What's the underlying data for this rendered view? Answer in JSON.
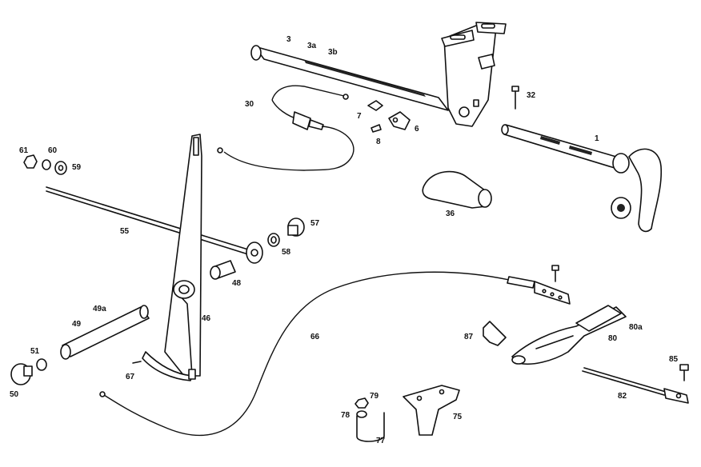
{
  "diagram": {
    "labels": {
      "l1": "1",
      "l3": "3",
      "l3a": "3a",
      "l3b": "3b",
      "l6": "6",
      "l7": "7",
      "l8": "8",
      "l30": "30",
      "l32": "32",
      "l36": "36",
      "l46": "46",
      "l48": "48",
      "l49": "49",
      "l49a": "49a",
      "l50": "50",
      "l51": "51",
      "l55": "55",
      "l57": "57",
      "l58": "58",
      "l59": "59",
      "l60": "60",
      "l61": "61",
      "l66": "66",
      "l67": "67",
      "l75": "75",
      "l77": "77",
      "l78": "78",
      "l79": "79",
      "l80": "80",
      "l80a": "80a",
      "l82": "82",
      "l85": "85",
      "l87": "87"
    }
  }
}
